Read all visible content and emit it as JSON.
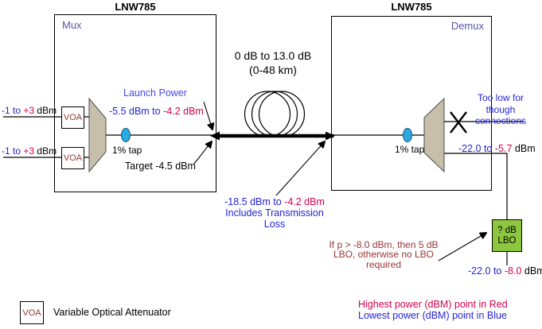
{
  "diagram": {
    "mux": {
      "title": "LNW785",
      "label": "Mux",
      "inputs": [
        {
          "low": "-1 to",
          "high": "+3",
          "unit": "dBm",
          "voa_label": "VOA"
        },
        {
          "low": "-1 to",
          "high": "+3",
          "unit": "dBm",
          "voa_label": "VOA"
        }
      ],
      "tap_label": "1% tap",
      "launch_power_label": "Launch Power",
      "launch_low": "-5.5 dBm to",
      "launch_high": "-4.2 dBm",
      "target_label": "Target -4.5 dBm"
    },
    "fiber": {
      "loss_label": "0 dB to 13.0 dB",
      "distance_label": "(0-48 km)",
      "rx_low": "-18.5 dBm to",
      "rx_high": "-4.2 dBm",
      "rx_note": "Includes Transmission Loss"
    },
    "demux": {
      "title": "LNW785",
      "label": "Demux",
      "tap_label": "1% tap",
      "too_low_lines": [
        "Too low for",
        "though",
        "connections"
      ],
      "out_low": "-22.0 to",
      "out_high": "-5.7",
      "out_unit": "dBm"
    },
    "lbo": {
      "box_line1": "? dB",
      "box_line2": "LBO",
      "note_lines": [
        "If p > -8.0 dBm, then 5 dB",
        "LBO, otherwise no LBO",
        "required"
      ],
      "out_low": "-22.0 to",
      "out_high": "-8.0",
      "out_unit": "dBm"
    },
    "legend": {
      "voa_abbr": "VOA",
      "voa_text": "Variable Optical Attenuator",
      "highest_note": "Highest power (dBM) point in Red",
      "lowest_note": "Lowest power (dBM) point in Blue"
    },
    "colors": {
      "low_point_blue": "#2323DC",
      "high_point_red": "#D6004F",
      "note_maroon": "#993333",
      "mux_label_purple": "#5A55A8",
      "launch_blue": "#4646F0",
      "trapezoid_tan": "#C8BFAB",
      "tap_cyan": "#2BAADF",
      "lbo_green": "#8DC63F"
    }
  }
}
